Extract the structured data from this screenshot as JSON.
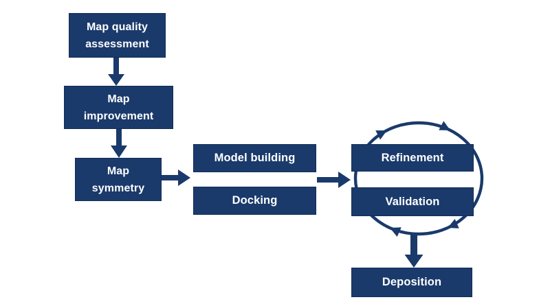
{
  "diagram": {
    "colors": {
      "background": "#ffffff",
      "node_fill": "#1a3a6b",
      "node_border": "#122c55",
      "node_text": "#ffffff",
      "arrow": "#1a3a6b"
    },
    "nodes": [
      {
        "id": "map-quality-assessment",
        "lines": [
          "Map quality",
          "assessment"
        ]
      },
      {
        "id": "map-improvement",
        "lines": [
          "Map",
          "improvement"
        ]
      },
      {
        "id": "map-symmetry",
        "lines": [
          "Map",
          "symmetry"
        ]
      },
      {
        "id": "model-building",
        "lines": [
          "Model building"
        ]
      },
      {
        "id": "docking",
        "lines": [
          "Docking"
        ]
      },
      {
        "id": "refinement",
        "lines": [
          "Refinement"
        ]
      },
      {
        "id": "validation",
        "lines": [
          "Validation"
        ]
      },
      {
        "id": "deposition",
        "lines": [
          "Deposition"
        ]
      }
    ],
    "connectors": [
      {
        "id": "arrow-quality-to-improvement",
        "type": "arrow-down"
      },
      {
        "id": "arrow-improvement-to-symmetry",
        "type": "arrow-down"
      },
      {
        "id": "arrow-symmetry-to-model-building-docking",
        "type": "arrow-right"
      },
      {
        "id": "arrow-model-building-docking-to-refinement-validation",
        "type": "arrow-right"
      },
      {
        "id": "refinement-validation-cycle",
        "type": "cycle-clockwise"
      },
      {
        "id": "arrow-cycle-to-deposition",
        "type": "arrow-down"
      }
    ]
  }
}
